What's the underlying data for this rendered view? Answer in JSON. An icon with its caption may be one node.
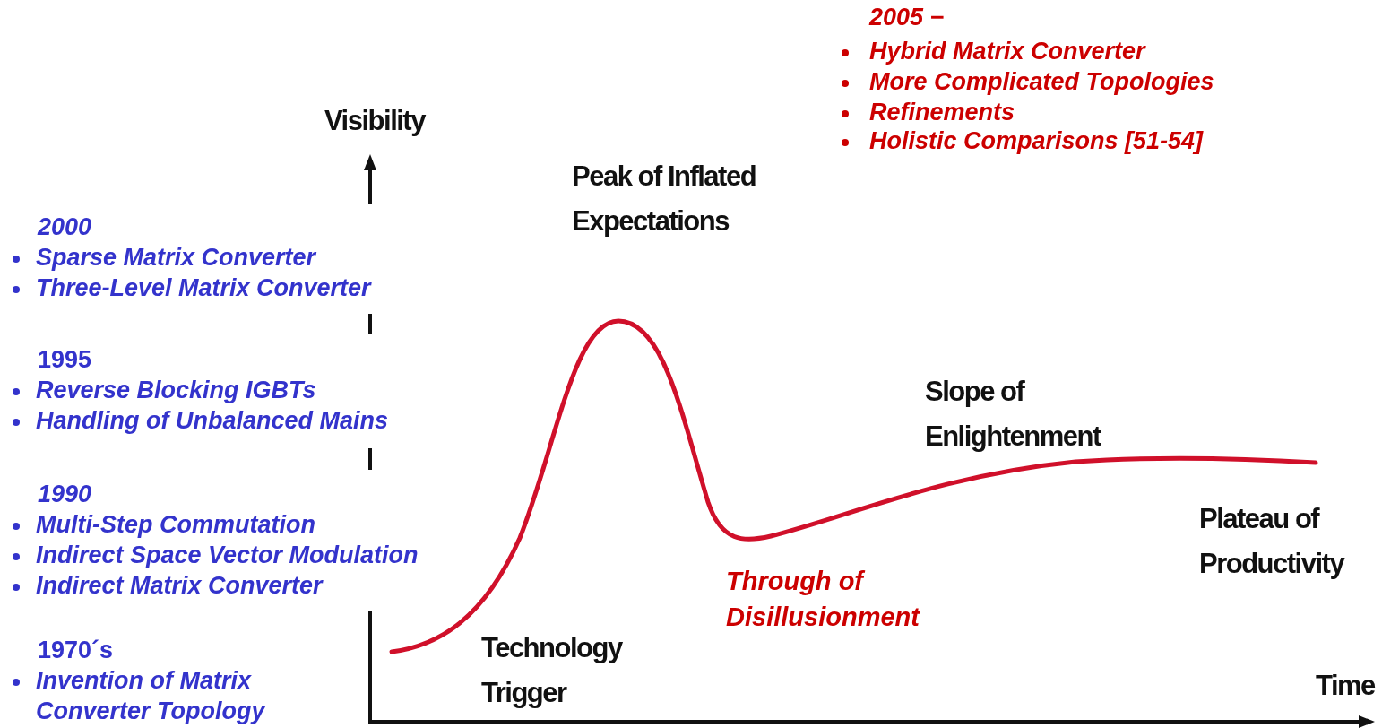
{
  "diagram": {
    "labels": [
      "2005 −",
      "Hybrid Matrix Converter",
      "More Complicated Topologies",
      "Refinements",
      "Holistic Comparisons [51-54]",
      "Visibility",
      "Peak of Inflated Expectations",
      "2000",
      "Sparse Matrix Converter",
      "Three-Level Matrix Converter",
      "1995",
      "Reverse Blocking IGBTs",
      "Handling of Unbalanced Mains",
      "Slope of Enlightenment",
      "1990",
      "Multi-Step Commutation",
      "Indirect Space Vector Modulation",
      "Indirect Matrix Converter",
      "Plateau of Productivity",
      "Through of Disillusionment",
      "1970´s",
      "Invention of Matrix Converter Topology",
      "Technology Trigger",
      "Time"
    ]
  }
}
